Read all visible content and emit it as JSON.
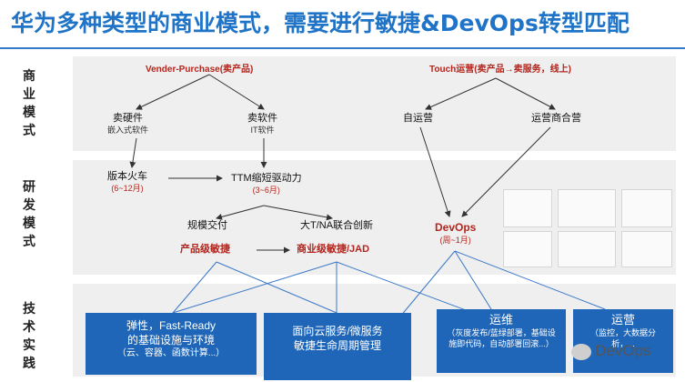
{
  "title": "华为多种类型的商业模式，需要进行敏捷&DevOps转型匹配",
  "rows": {
    "business": "商业模式",
    "rd": "研发模式",
    "tech": "技术实践"
  },
  "business": {
    "vender_purchase": "Vender-Purchase(卖产品)",
    "touch": "Touch运营(卖产品→卖服务，线上)",
    "sell_hardware": "卖硬件",
    "sell_hardware_sub": "嵌入式软件",
    "sell_software": "卖软件",
    "sell_software_sub": "IT软件",
    "self_operation": "自运营",
    "operator_partner": "运营商合营"
  },
  "rd": {
    "release_train": "版本火车",
    "release_train_period": "(6~12月)",
    "ttm": "TTM缩短驱动力",
    "ttm_period": "(3~6月)",
    "scale_delivery": "规模交付",
    "large_tna": "大T/NA联合创新",
    "product_agile": "产品级敏捷",
    "business_agile": "商业级敏捷/JAD",
    "devops": "DevOps",
    "devops_period": "(周~1月)"
  },
  "tech": {
    "box1_line1": "弹性，Fast-Ready",
    "box1_line2": "的基础设施与环境",
    "box1_line3": "（云、容器、函数计算...）",
    "box2_line1": "面向云服务/微服务",
    "box2_line2": "敏捷生命周期管理",
    "box3_title": "运维",
    "box3_line1": "（灰度发布/蓝绿部署，基础设",
    "box3_line2": "施即代码，自动部署回滚...）",
    "box4_title": "运营",
    "box4_line1": "（监控，大数据分",
    "box4_line2": "析，..."
  },
  "watermark": "DevOps",
  "colors": {
    "title": "#1f74c8",
    "box": "#1f66b8",
    "emphasis": "#b3261e",
    "band": "#efefef"
  }
}
